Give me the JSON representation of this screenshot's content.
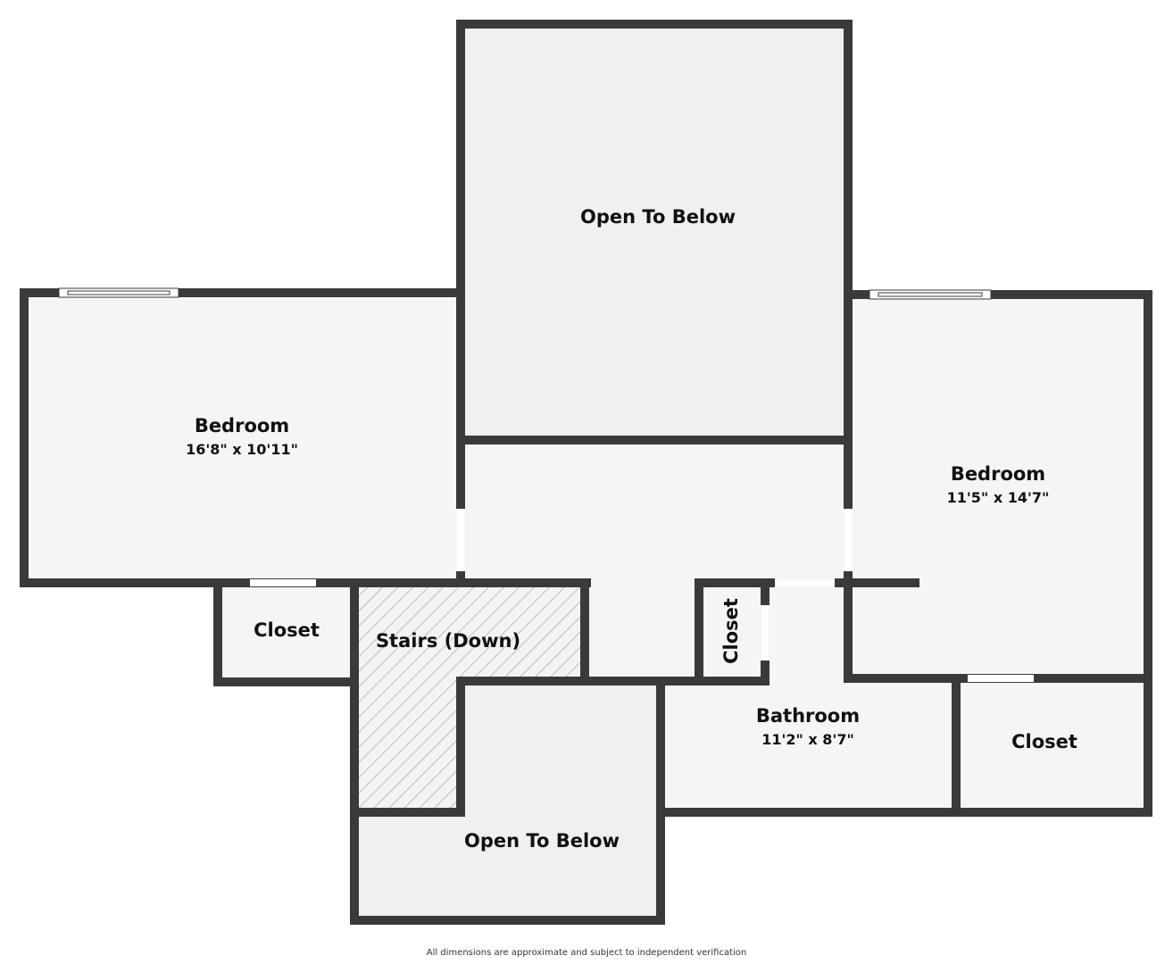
{
  "rooms": {
    "open_top": {
      "name": "Open To Below"
    },
    "bedroom_left": {
      "name": "Bedroom",
      "dims": "16'8\" x 10'11\""
    },
    "bedroom_right": {
      "name": "Bedroom",
      "dims": "11'5\" x 14'7\""
    },
    "closet_left": {
      "name": "Closet"
    },
    "stairs": {
      "name": "Stairs (Down)"
    },
    "closet_small": {
      "name": "Closet"
    },
    "bathroom": {
      "name": "Bathroom",
      "dims": "11'2\" x 8'7\""
    },
    "closet_right": {
      "name": "Closet"
    },
    "open_bottom": {
      "name": "Open To Below"
    }
  },
  "colors": {
    "wall": "#3a3a3a",
    "floor_light": "#f5f5f5",
    "floor_open": "#f0f0f0",
    "stairs_hatch": "#9a9a9a"
  },
  "footer": {
    "disclaimer": "All dimensions are approximate and subject to independent verification"
  }
}
